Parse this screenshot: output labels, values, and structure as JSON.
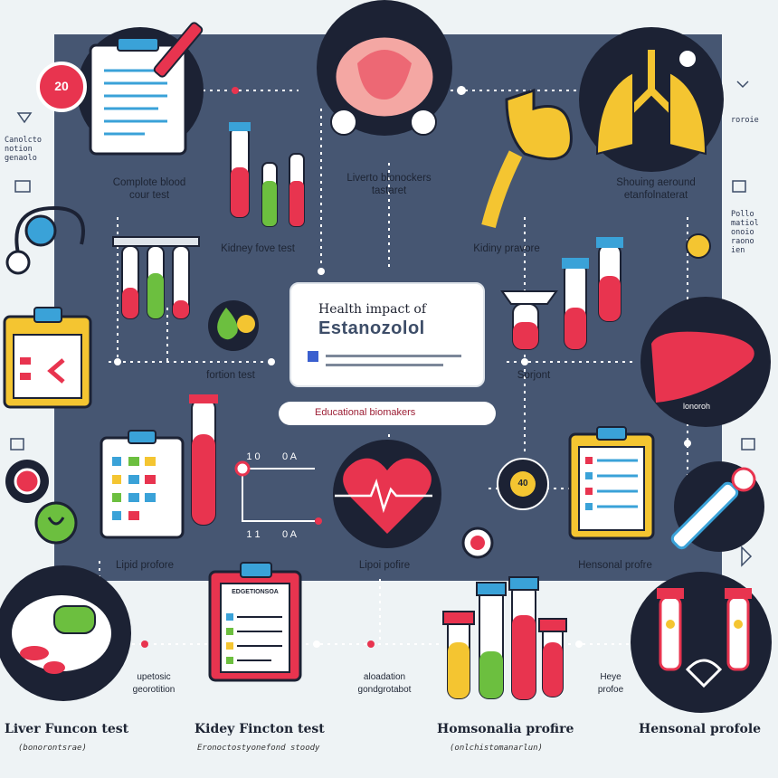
{
  "badge_number": "20",
  "center": {
    "title_line1": "Health impact of",
    "title_line2": "Estanozolol",
    "subtitle": "Educational biomakers"
  },
  "labels": {
    "complete_blood": "Complote blood\ncour test",
    "liver_biomarkers": "Liverto blonockers\ntastaret",
    "showing_around": "Shouing aeround\netanfolnaterat",
    "kidney_fove": "Kidney fove test",
    "kidny_pravore": "Kidiny pravore",
    "fortion_test": "fortion test",
    "sorjont": "Sorjont",
    "lipid_profore": "Lipid profore",
    "lipoi_pofire": "Lipoi pofire",
    "hensonal_profre": "Hensonal profre",
    "lipetosic": "upetosic\ngeorotition",
    "alondation": "aloadation\ngondgrotabot",
    "hieye_profoe": "Heye\nprofoe",
    "liver_organ_note": "lonoroh",
    "chart_top_a": "1 0",
    "chart_top_b": "0 A",
    "chart_bottom_a": "1 1",
    "chart_bottom_b": "0 A",
    "wheel_value": "40",
    "clip_header": "EDGETIONSOA"
  },
  "bottom": {
    "liver_function": "Liver Funcon test",
    "liver_sub": "(bonorontsrae)",
    "kidney_function": "Kidey Fincton test",
    "kidney_sub": "Eronoctostyonefond stoody",
    "hormonal_profile": "Homsonalia profire",
    "hormonal_sub": "(onlchistomanarlun)",
    "hensonal_profole": "Hensonal profole"
  },
  "side_notes": {
    "left": "Canolcto\nnotion\ngenaolo",
    "right_top": "roroie",
    "right_mid": "Pollo\nmatiol\nonoio\nraono\nien"
  },
  "colors": {
    "panel": "#465672",
    "background": "#eef3f5",
    "accent_red": "#e8344f",
    "accent_yellow": "#f4c531",
    "accent_green": "#6cbf3f",
    "accent_blue": "#3aa2d8"
  }
}
